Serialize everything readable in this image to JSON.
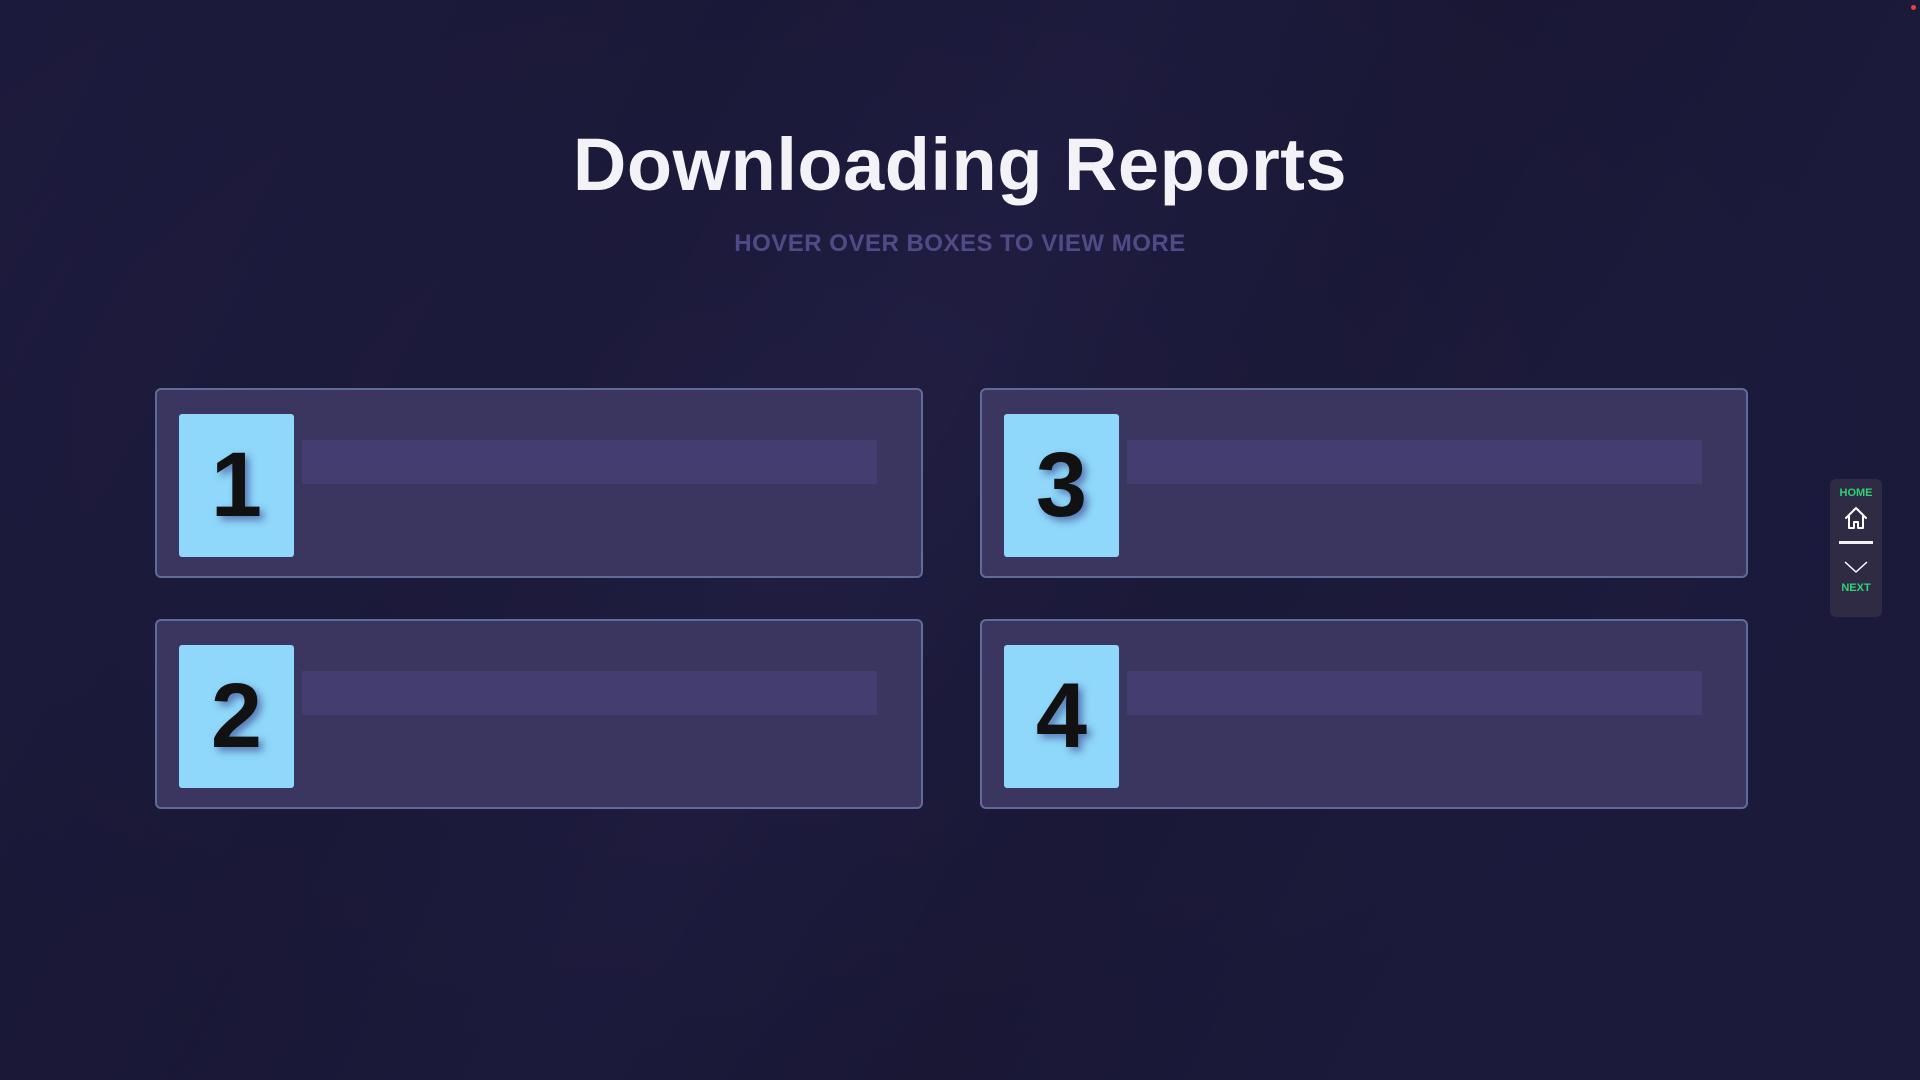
{
  "page": {
    "title": "Downloading Reports",
    "subtitle": "HOVER OVER BOXES TO VIEW MORE"
  },
  "cards": [
    {
      "number": "1"
    },
    {
      "number": "2"
    },
    {
      "number": "3"
    },
    {
      "number": "4"
    }
  ],
  "side_nav": {
    "home_label": "HOME",
    "home_icon": "home-icon",
    "next_label": "NEXT",
    "next_icon": "chevron-down-icon",
    "accent_color": "#2fd275"
  },
  "colors": {
    "background": "#1c1a3b",
    "card_background": "#3a365f",
    "card_border": "#5f6b98",
    "number_tile": "#8fd8fb"
  }
}
